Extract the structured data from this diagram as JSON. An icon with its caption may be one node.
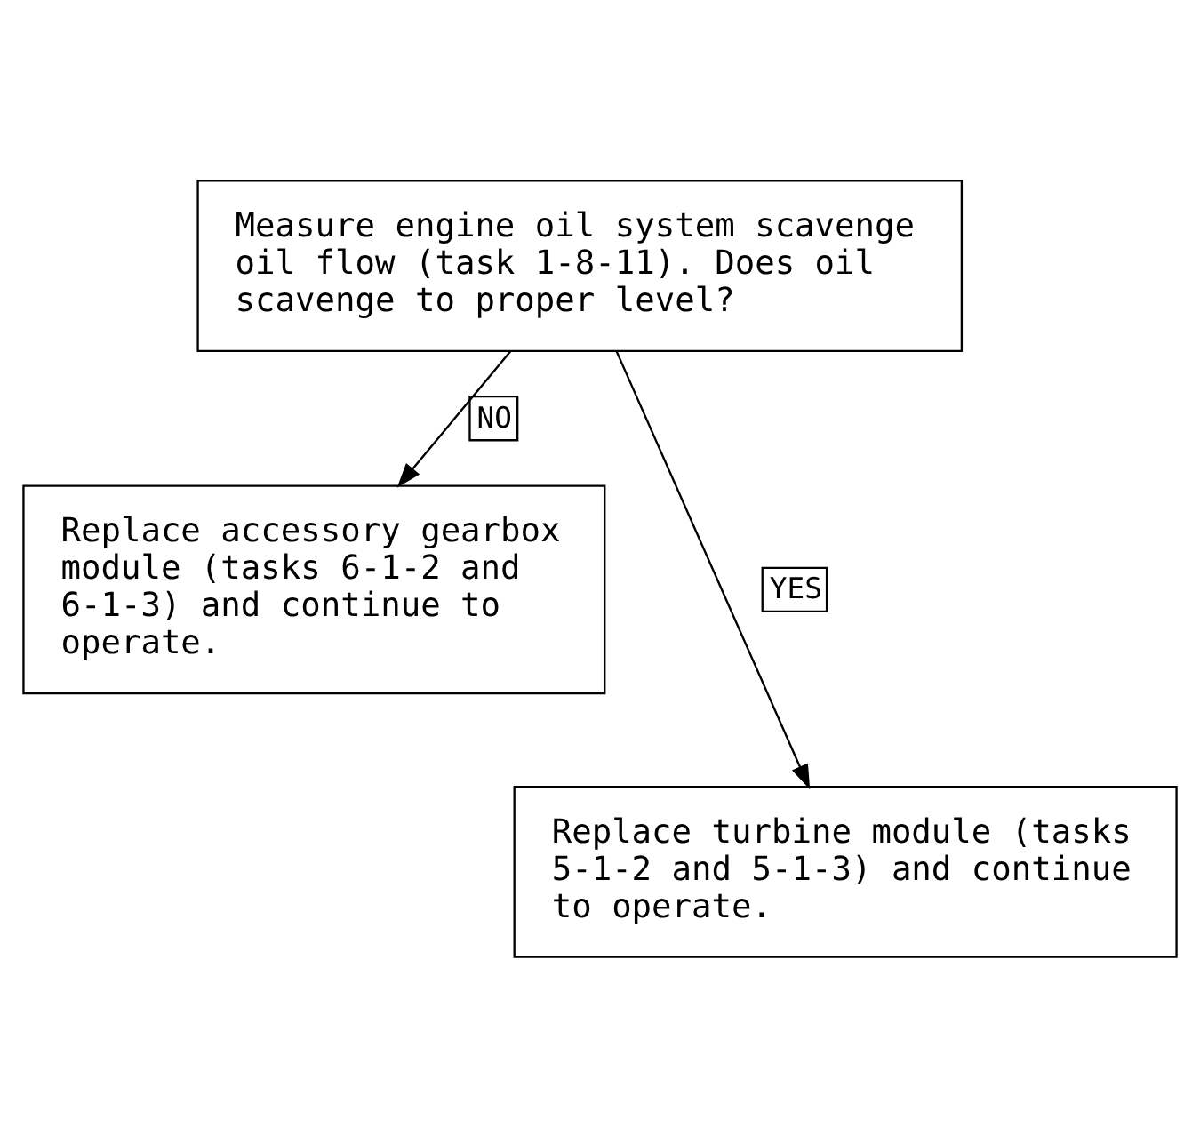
{
  "diagram": {
    "nodes": [
      {
        "text": [
          "Measure engine oil system scavenge oil flow (task 1-8-11). Does oil scavenge to proper level?"
        ]
      },
      {
        "text": [
          "Replace accessory gearbox module (tasks 6-1-2 and 6-1-3) and continue to operate."
        ]
      },
      {
        "text": [
          "Replace turbine module (tasks 5-1-2 and 5-1-3) and continue to operate."
        ]
      }
    ],
    "edges": [
      {
        "from": 0,
        "to": 1,
        "arrow": "to",
        "label": "NO"
      },
      {
        "from": 0,
        "to": 2,
        "arrow": "to",
        "label": "YES"
      }
    ]
  }
}
